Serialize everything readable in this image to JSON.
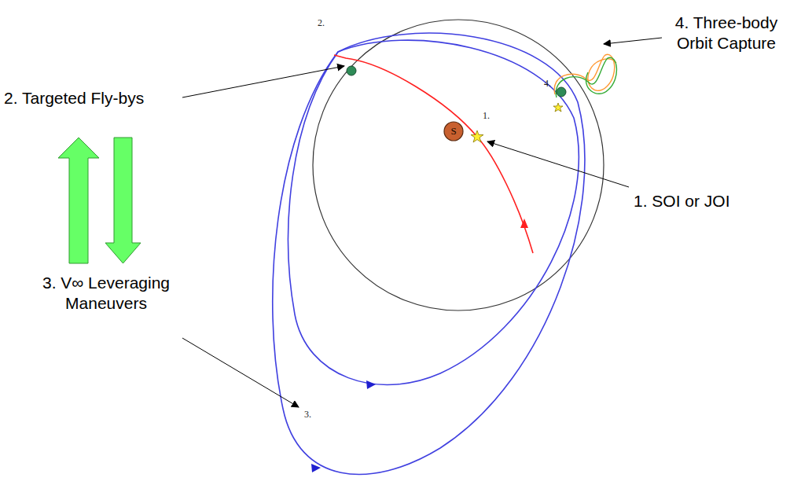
{
  "diagram": {
    "nodes": [
      {
        "text": [
          "S"
        ]
      }
    ],
    "labels": [
      "2.",
      "4. Three-body Orbit Capture",
      "4.",
      "2. Targeted Fly-bys",
      "1.",
      "1. SOI or JOI",
      "3. V∞ Leveraging Maneuvers",
      "3."
    ]
  }
}
